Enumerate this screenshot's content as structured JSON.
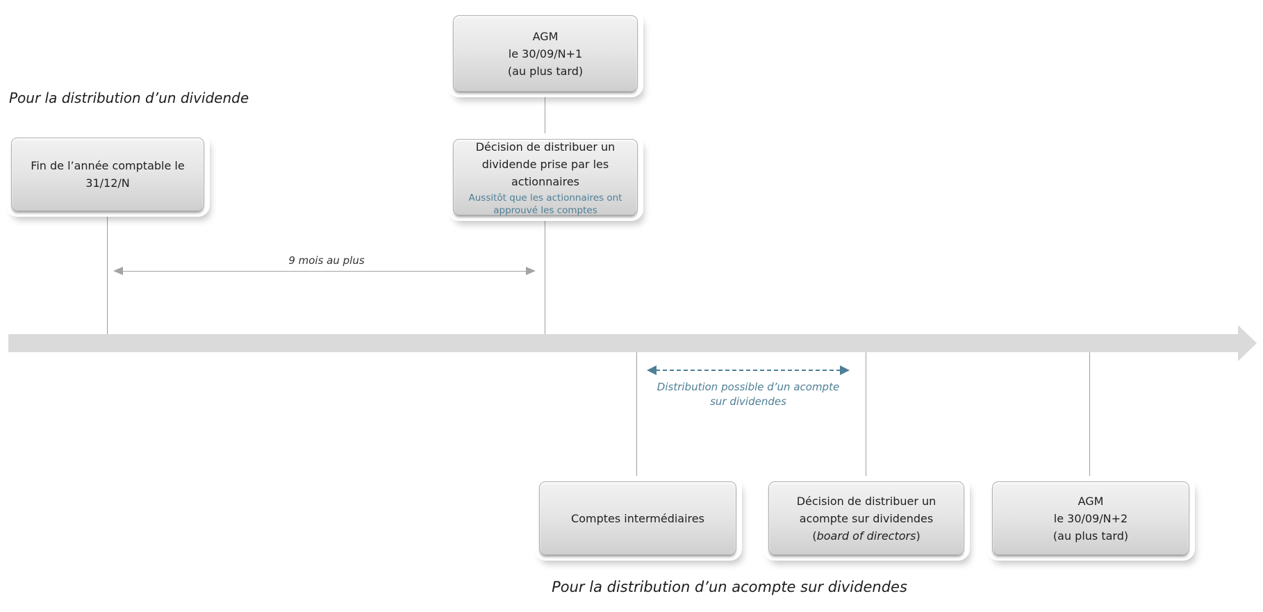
{
  "diagram": {
    "captions": {
      "dividend_section": "Pour la distribution d’un dividende",
      "interim_section": "Pour la distribution d’un acompte sur dividendes"
    },
    "boxes": {
      "agm_n1": {
        "line1": "AGM",
        "line2": "le 30/09/N+1",
        "line3": "(au plus tard)"
      },
      "fiscal_year_end": {
        "line1": "Fin de l’année comptable le",
        "line2": "31/12/N"
      },
      "dividend_decision": {
        "line1": "Décision de distribuer un",
        "line2": "dividende prise par les",
        "line3": "actionnaires",
        "note_line1": "Aussitôt que les actionnaires ont",
        "note_line2": "approuvé les comptes"
      },
      "interim_accounts": {
        "line1": "Comptes intermédiaires"
      },
      "interim_decision": {
        "line1": "Décision de distribuer un",
        "line2": "acompte sur dividendes",
        "line3_open": "(",
        "line3_italic": "board of directors",
        "line3_close": ")"
      },
      "agm_n2": {
        "line1": "AGM",
        "line2": "le 30/09/N+2",
        "line3": "(au plus tard)"
      }
    },
    "annotations": {
      "nine_months": "9 mois au plus",
      "interim_window_line1": "Distribution possible d’un acompte",
      "interim_window_line2": "sur dividendes"
    },
    "colors": {
      "teal": "#4e7f96",
      "timeline_gray": "#dadada",
      "connector_gray": "#9d9d9d",
      "box_border": "#b0b0b0",
      "box_fill_top": "#f2f2f2",
      "box_fill_bottom": "#cfcfcf"
    }
  }
}
